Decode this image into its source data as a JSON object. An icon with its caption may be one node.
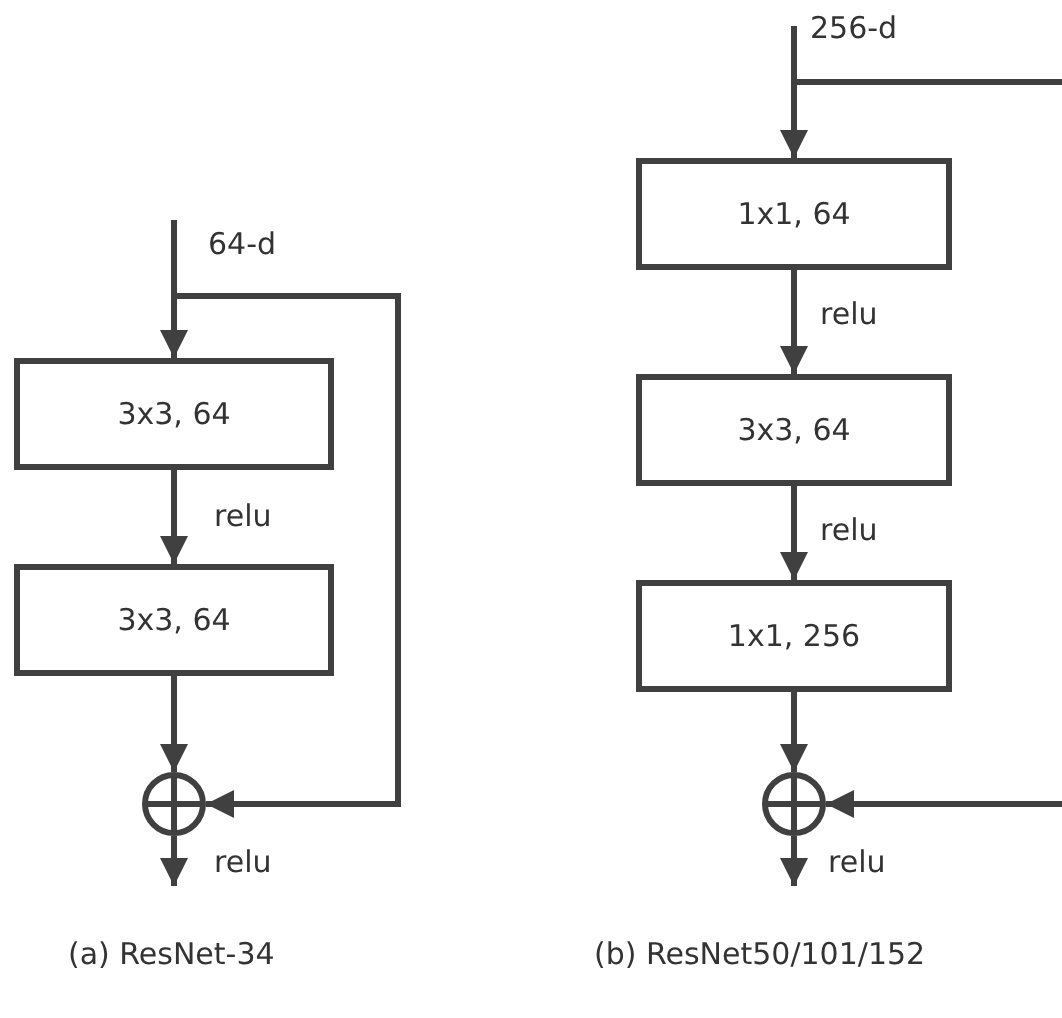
{
  "diagram": {
    "nodes": [
      {
        "text": [
          "3x3, 64"
        ]
      },
      {
        "text": [
          "3x3, 64"
        ]
      },
      {
        "text": [],
        "shape": "circle"
      },
      {
        "text": [
          "1x1, 64"
        ]
      },
      {
        "text": [
          "3x3, 64"
        ]
      },
      {
        "text": [
          "1x1, 256"
        ]
      },
      {
        "text": [],
        "shape": "circle"
      }
    ],
    "edges": [
      {
        "from": null,
        "to": 0,
        "arrow": "to",
        "label": "64-d"
      },
      {
        "from": 0,
        "to": 1,
        "arrow": "to",
        "label": "relu"
      },
      {
        "from": 1,
        "to": 2,
        "arrow": "to"
      },
      {
        "from": null,
        "to": 2,
        "arrow": "to"
      },
      {
        "from": 2,
        "to": null,
        "arrow": "to",
        "label": "relu"
      },
      {
        "from": null,
        "to": 3,
        "arrow": "to",
        "label": "256-d"
      },
      {
        "from": 3,
        "to": 4,
        "arrow": "to",
        "label": "relu"
      },
      {
        "from": 4,
        "to": 5,
        "arrow": "to",
        "label": "relu"
      },
      {
        "from": 5,
        "to": 6,
        "arrow": "to"
      },
      {
        "from": null,
        "to": 6,
        "arrow": "to"
      },
      {
        "from": 6,
        "to": null,
        "arrow": "to",
        "label": "relu"
      }
    ],
    "labels": [
      "(a) ResNet-34",
      "(b) ResNet50/101/152"
    ]
  }
}
